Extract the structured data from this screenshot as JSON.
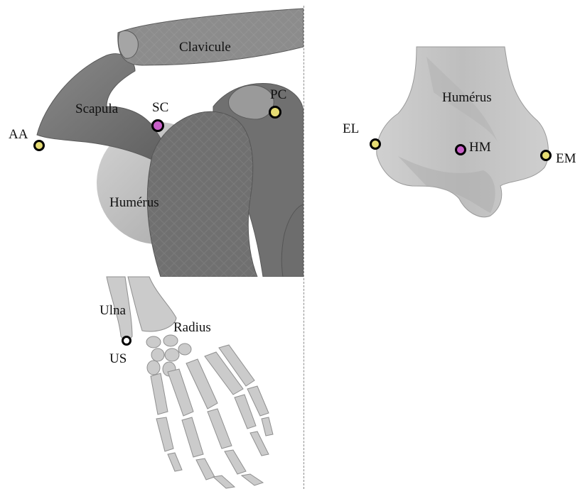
{
  "colors": {
    "bone_dark": "#6f6f6f",
    "bone_mid": "#8d8d8d",
    "bone_light": "#b9b9b9",
    "bone_pale": "#d4d4d4",
    "marker_yellow": "#e6dc73",
    "marker_magenta": "#c85fc8",
    "marker_ring": "#000000",
    "divider": "#8c8c8c"
  },
  "shoulder": {
    "bones": {
      "clavicule": "Clavicule",
      "scapula": "Scapula",
      "humerus": "Humérus"
    },
    "landmarks": {
      "aa": "AA",
      "sc": "SC",
      "pc": "PC"
    }
  },
  "elbow": {
    "bones": {
      "humerus": "Humérus"
    },
    "landmarks": {
      "el": "EL",
      "hm": "HM",
      "em": "EM"
    }
  },
  "wrist": {
    "bones": {
      "ulna": "Ulna",
      "radius": "Radius"
    },
    "landmarks": {
      "us": "US"
    }
  },
  "icons": {
    "landmark_marker": "ring-marker-icon"
  }
}
